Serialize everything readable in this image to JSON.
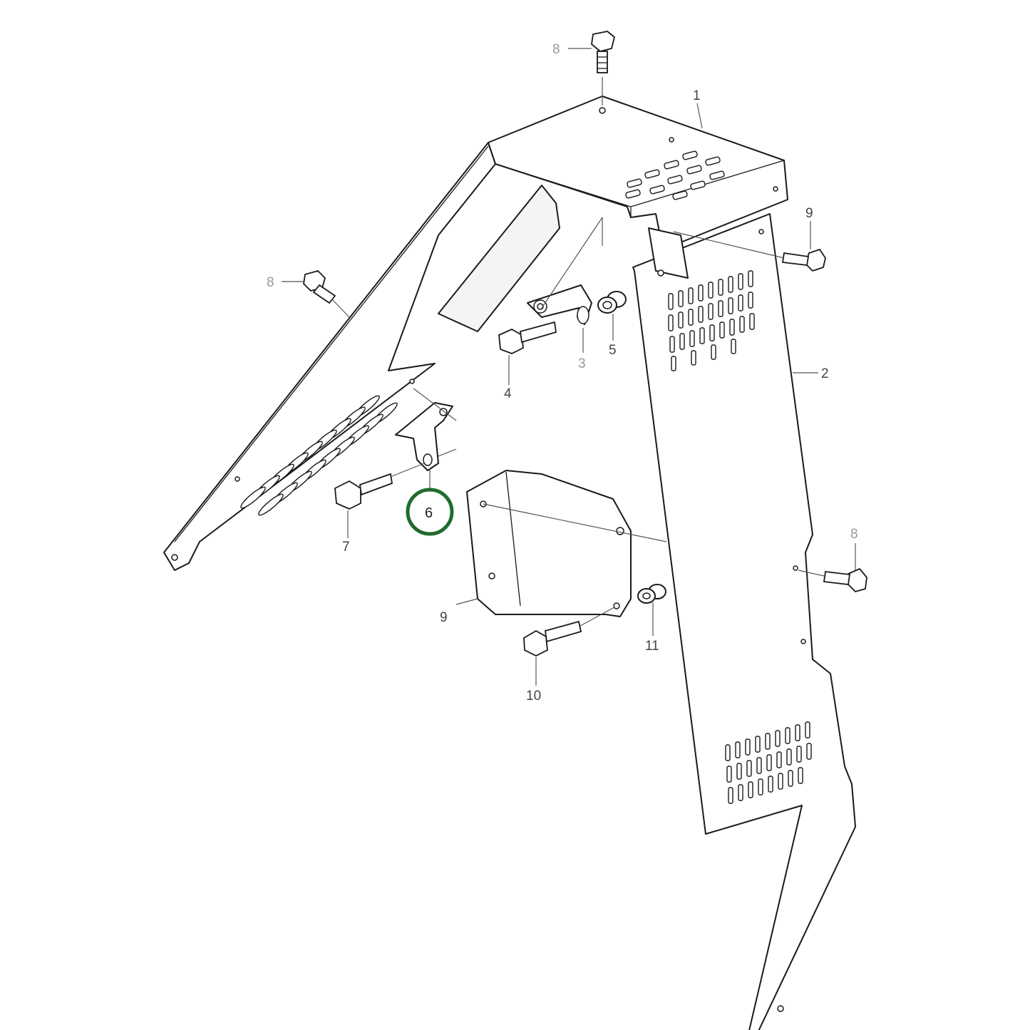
{
  "highlight_color": "#1f6b2e",
  "callouts": {
    "c1": "1",
    "c2": "2",
    "c3": "3",
    "c4": "4",
    "c5": "5",
    "c6": "6",
    "c7": "7",
    "c8a": "8",
    "c8b": "8",
    "c8c": "8",
    "c9a": "9",
    "c9b": "9",
    "c10": "10",
    "c11": "11"
  },
  "highlighted_callout": "6"
}
